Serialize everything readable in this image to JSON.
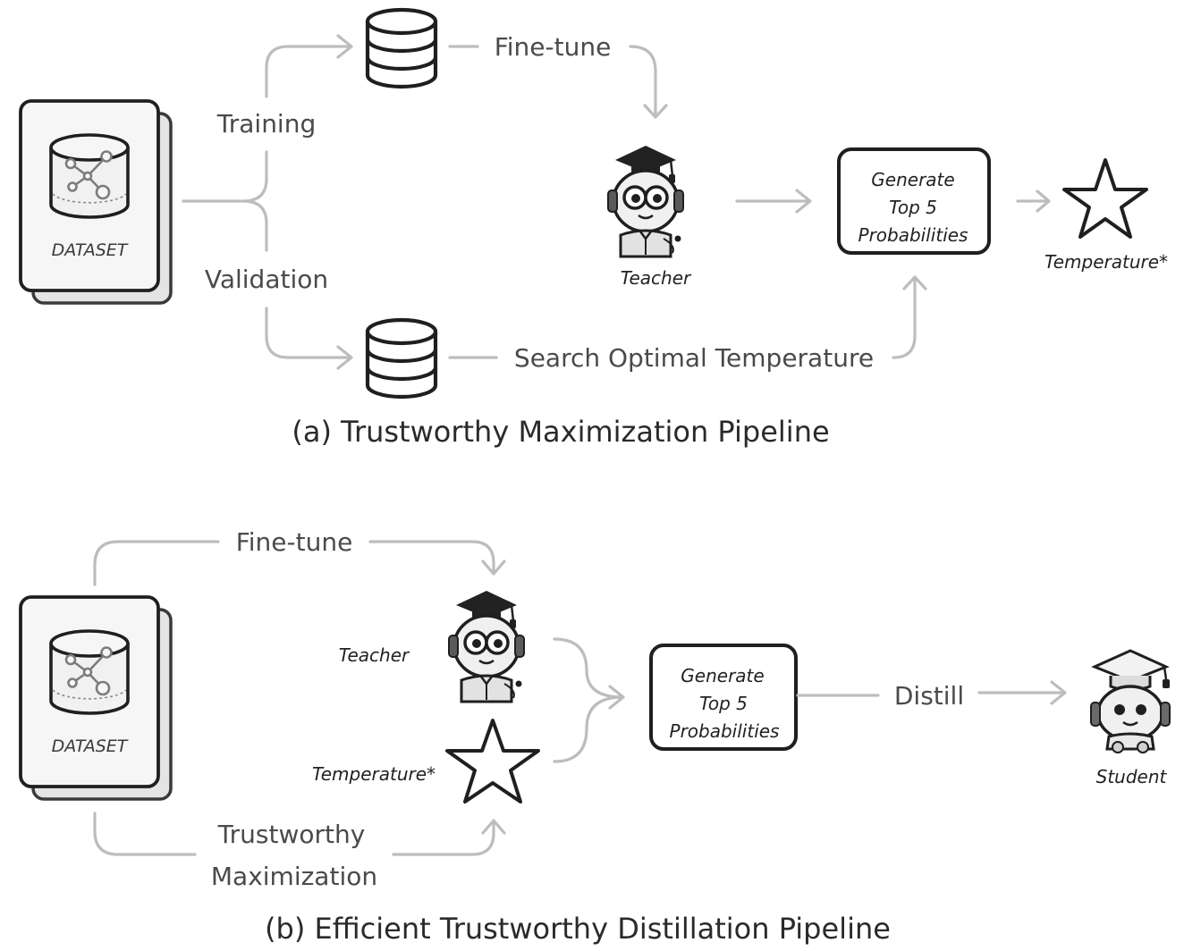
{
  "pipeline_a": {
    "caption": "(a) Trustworthy Maximization Pipeline",
    "dataset_label": "DATASET",
    "training_label": "Training",
    "validation_label": "Validation",
    "finetune_label": "Fine-tune",
    "search_label": "Search Optimal Temperature",
    "teacher_label": "Teacher",
    "generate_lines": [
      "Generate",
      "Top 5",
      "Probabilities"
    ],
    "temperature_label": "Temperature*"
  },
  "pipeline_b": {
    "caption": "(b) Efficient Trustworthy Distillation Pipeline",
    "dataset_label": "DATASET",
    "finetune_label": "Fine-tune",
    "trust_lines": [
      "Trustworthy",
      "Maximization"
    ],
    "teacher_label": "Teacher",
    "temperature_label": "Temperature*",
    "generate_lines": [
      "Generate",
      "Top 5",
      "Probabilities"
    ],
    "distill_label": "Distill",
    "student_label": "Student"
  }
}
